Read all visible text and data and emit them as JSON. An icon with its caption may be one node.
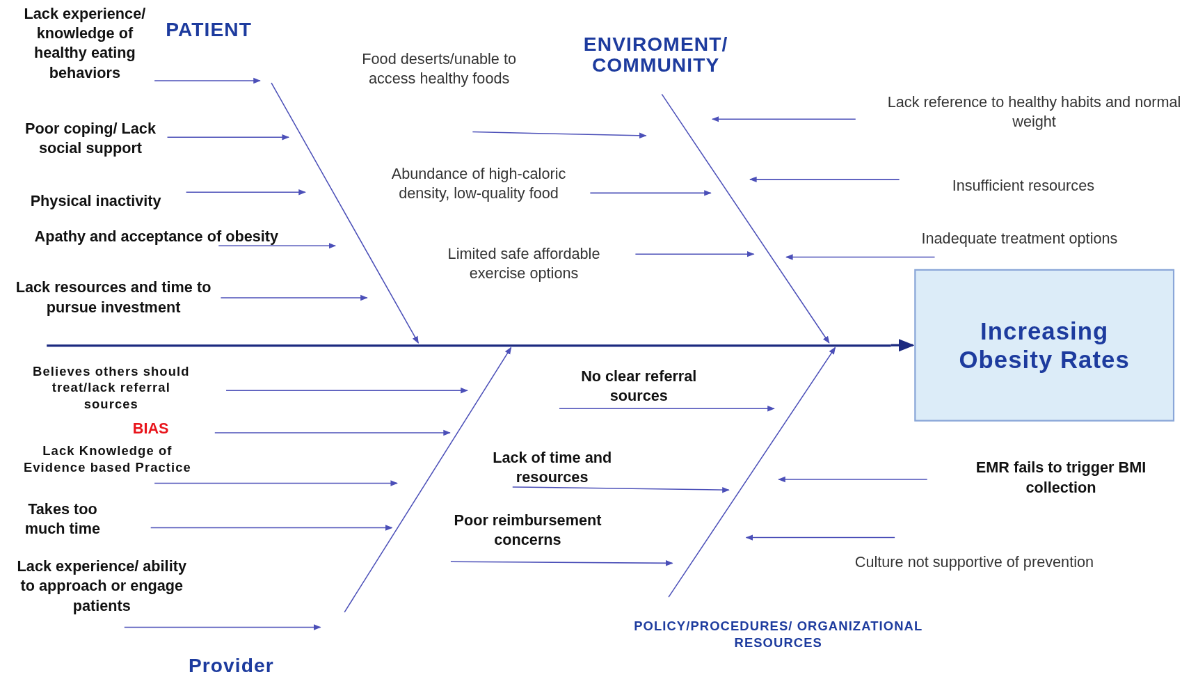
{
  "diagram": {
    "nodes": [
      {
        "text": [
          "PATIENT"
        ]
      },
      {
        "text": [
          "Lack experience/ knowledge of healthy eating behaviors"
        ]
      },
      {
        "text": [
          "Poor coping/ Lack social support"
        ]
      },
      {
        "text": [
          "Physical inactivity"
        ]
      },
      {
        "text": [
          "Apathy and acceptance of obesity"
        ]
      },
      {
        "text": [
          "Lack resources and time to pursue investment"
        ]
      },
      {
        "text": [
          "ENVIROMENT/ COMMUNITY"
        ]
      },
      {
        "text": [
          "Food deserts/unable to access healthy foods"
        ]
      },
      {
        "text": [
          "Abundance of high-caloric density, low-quality food"
        ]
      },
      {
        "text": [
          "Limited safe affordable exercise options"
        ]
      },
      {
        "text": [
          "Lack reference to healthy habits and normal weight"
        ]
      },
      {
        "text": [
          "Insufficient resources"
        ]
      },
      {
        "text": [
          "Inadequate treatment options"
        ]
      },
      {
        "text": [
          "Increasing Obesity Rates"
        ]
      },
      {
        "text": [
          "Believes others should treat/lack referral sources"
        ]
      },
      {
        "text": [
          "BIAS"
        ]
      },
      {
        "text": [
          "Lack Knowledge of Evidence based Practice"
        ]
      },
      {
        "text": [
          "Takes too much time"
        ]
      },
      {
        "text": [
          "Lack experience/ ability to approach or engage patients"
        ]
      },
      {
        "text": [
          "Provider"
        ]
      },
      {
        "text": [
          "No clear referral sources"
        ]
      },
      {
        "text": [
          "Lack of time and resources"
        ]
      },
      {
        "text": [
          "Poor reimbursement concerns"
        ]
      },
      {
        "text": [
          "EMR fails to trigger BMI collection"
        ]
      },
      {
        "text": [
          "Culture not supportive of prevention"
        ]
      },
      {
        "text": [
          "POLICY/PROCEDURES/ ORGANIZATIONAL RESOURCES"
        ]
      },
      {
        "text": [],
        "shape": "bar"
      }
    ],
    "edges": [
      {
        "from": 26,
        "to": 13,
        "arrow": "to"
      },
      {
        "from": 0,
        "to": 26,
        "arrow": "to"
      },
      {
        "from": 6,
        "to": 26,
        "arrow": "to"
      },
      {
        "from": 19,
        "to": 26,
        "arrow": "to"
      },
      {
        "from": 25,
        "to": 26,
        "arrow": "to"
      },
      {
        "from": 1,
        "to": null,
        "arrow": "to"
      },
      {
        "from": 2,
        "to": null,
        "arrow": "to"
      },
      {
        "from": 3,
        "to": null,
        "arrow": "to"
      },
      {
        "from": 4,
        "to": null,
        "arrow": "to"
      },
      {
        "from": 5,
        "to": null,
        "arrow": "to"
      },
      {
        "from": 7,
        "to": null,
        "arrow": "to"
      },
      {
        "from": 8,
        "to": null,
        "arrow": "to"
      },
      {
        "from": 9,
        "to": null,
        "arrow": "to"
      },
      {
        "from": 10,
        "to": null,
        "arrow": "to"
      },
      {
        "from": 11,
        "to": null,
        "arrow": "to"
      },
      {
        "from": 12,
        "to": null,
        "arrow": "to"
      },
      {
        "from": 14,
        "to": null,
        "arrow": "to"
      },
      {
        "from": 15,
        "to": null,
        "arrow": "to"
      },
      {
        "from": 16,
        "to": null,
        "arrow": "to"
      },
      {
        "from": 17,
        "to": null,
        "arrow": "to"
      },
      {
        "from": 18,
        "to": null,
        "arrow": "to"
      },
      {
        "from": 20,
        "to": null,
        "arrow": "to"
      },
      {
        "from": 21,
        "to": null,
        "arrow": "to"
      },
      {
        "from": 22,
        "to": null,
        "arrow": "to"
      },
      {
        "from": 23,
        "to": null,
        "arrow": "to"
      },
      {
        "from": 24,
        "to": null,
        "arrow": "to"
      }
    ]
  }
}
